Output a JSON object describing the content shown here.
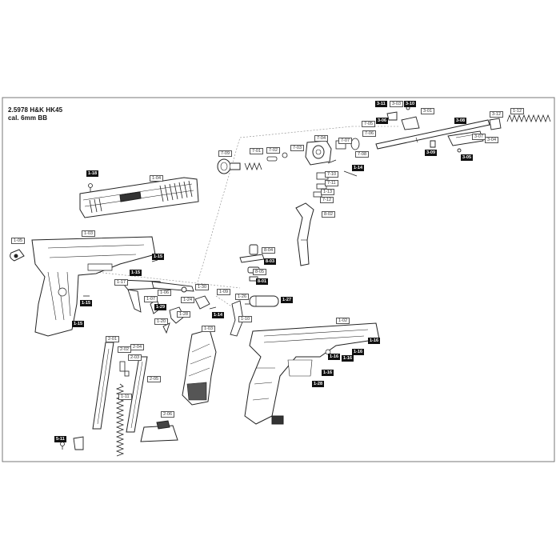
{
  "header": {
    "line1": "2.5978 H&K HK45",
    "line2": "cal. 6mm BB"
  },
  "colors": {
    "line": "#222222",
    "frame": "#555555",
    "label_solid": "#111111",
    "label_outline": "#555555"
  },
  "callouts": [
    {
      "id": "c01",
      "text": "3-11",
      "style": "solid"
    },
    {
      "id": "c02",
      "text": "3-03",
      "style": "outline"
    },
    {
      "id": "c03",
      "text": "3-10",
      "style": "solid"
    },
    {
      "id": "c04",
      "text": "3-01",
      "style": "outline"
    },
    {
      "id": "c05",
      "text": "1-12",
      "style": "outline"
    },
    {
      "id": "c06",
      "text": "3-12",
      "style": "outline"
    },
    {
      "id": "c07",
      "text": "3-08",
      "style": "solid"
    },
    {
      "id": "c08",
      "text": "3-06",
      "style": "solid"
    },
    {
      "id": "c09",
      "text": "7-05",
      "style": "outline"
    },
    {
      "id": "c10",
      "text": "7-06",
      "style": "outline"
    },
    {
      "id": "c11",
      "text": "7-07",
      "style": "outline"
    },
    {
      "id": "c12",
      "text": "7-04",
      "style": "outline"
    },
    {
      "id": "c13",
      "text": "7-03",
      "style": "outline"
    },
    {
      "id": "c14",
      "text": "7-02",
      "style": "outline"
    },
    {
      "id": "c15",
      "text": "7-01",
      "style": "outline"
    },
    {
      "id": "c16",
      "text": "3-09",
      "style": "solid"
    },
    {
      "id": "c17",
      "text": "3-07",
      "style": "outline"
    },
    {
      "id": "c18",
      "text": "3-04",
      "style": "outline"
    },
    {
      "id": "c19",
      "text": "3-05",
      "style": "solid"
    },
    {
      "id": "c20",
      "text": "7-08",
      "style": "outline"
    },
    {
      "id": "c21",
      "text": "7-09",
      "style": "outline"
    },
    {
      "id": "c22",
      "text": "1-18",
      "style": "solid"
    },
    {
      "id": "c23",
      "text": "1-04",
      "style": "outline"
    },
    {
      "id": "c24",
      "text": "7-10",
      "style": "outline"
    },
    {
      "id": "c25",
      "text": "1-14",
      "style": "solid"
    },
    {
      "id": "c26",
      "text": "7-11",
      "style": "outline"
    },
    {
      "id": "c27",
      "text": "1-13",
      "style": "outline"
    },
    {
      "id": "c28",
      "text": "7-12",
      "style": "outline"
    },
    {
      "id": "c29",
      "text": "8-02",
      "style": "outline"
    },
    {
      "id": "c30",
      "text": "1-05",
      "style": "outline"
    },
    {
      "id": "c31",
      "text": "1-03",
      "style": "outline"
    },
    {
      "id": "c32",
      "text": "8-04",
      "style": "outline"
    },
    {
      "id": "c33",
      "text": "1-15",
      "style": "solid"
    },
    {
      "id": "c34",
      "text": "8-03",
      "style": "solid"
    },
    {
      "id": "c35",
      "text": "8-05",
      "style": "outline"
    },
    {
      "id": "c36",
      "text": "1-15",
      "style": "solid"
    },
    {
      "id": "c37",
      "text": "8-01",
      "style": "solid"
    },
    {
      "id": "c38",
      "text": "1-17",
      "style": "outline"
    },
    {
      "id": "c39",
      "text": "1-30",
      "style": "outline"
    },
    {
      "id": "c40",
      "text": "1-09",
      "style": "outline"
    },
    {
      "id": "c41",
      "text": "1-06",
      "style": "outline"
    },
    {
      "id": "c42",
      "text": "1-07",
      "style": "outline"
    },
    {
      "id": "c43",
      "text": "1-24",
      "style": "outline"
    },
    {
      "id": "c44",
      "text": "1-26",
      "style": "outline"
    },
    {
      "id": "c45",
      "text": "1-27",
      "style": "solid"
    },
    {
      "id": "c46",
      "text": "1-15",
      "style": "solid"
    },
    {
      "id": "c47",
      "text": "1-29",
      "style": "solid"
    },
    {
      "id": "c48",
      "text": "1-14",
      "style": "solid"
    },
    {
      "id": "c49",
      "text": "1-10",
      "style": "outline"
    },
    {
      "id": "c50",
      "text": "1-15",
      "style": "solid"
    },
    {
      "id": "c51",
      "text": "1-20",
      "style": "outline"
    },
    {
      "id": "c52",
      "text": "1-28",
      "style": "outline"
    },
    {
      "id": "c53",
      "text": "1-03",
      "style": "outline"
    },
    {
      "id": "c54",
      "text": "1-02",
      "style": "outline"
    },
    {
      "id": "c55",
      "text": "1-16",
      "style": "solid"
    },
    {
      "id": "c56",
      "text": "1-16",
      "style": "solid"
    },
    {
      "id": "c57",
      "text": "1-16",
      "style": "solid"
    },
    {
      "id": "c58",
      "text": "1-16",
      "style": "solid"
    },
    {
      "id": "c59",
      "text": "2-01",
      "style": "outline"
    },
    {
      "id": "c60",
      "text": "2-02",
      "style": "outline"
    },
    {
      "id": "c61",
      "text": "2-04",
      "style": "outline"
    },
    {
      "id": "c62",
      "text": "2-03",
      "style": "outline"
    },
    {
      "id": "c63",
      "text": "1-16",
      "style": "solid"
    },
    {
      "id": "c64",
      "text": "2-05",
      "style": "outline"
    },
    {
      "id": "c65",
      "text": "1-11",
      "style": "outline"
    },
    {
      "id": "c66",
      "text": "1-28",
      "style": "solid"
    },
    {
      "id": "c67",
      "text": "2-06",
      "style": "outline"
    },
    {
      "id": "c68",
      "text": "5-11",
      "style": "solid"
    }
  ]
}
